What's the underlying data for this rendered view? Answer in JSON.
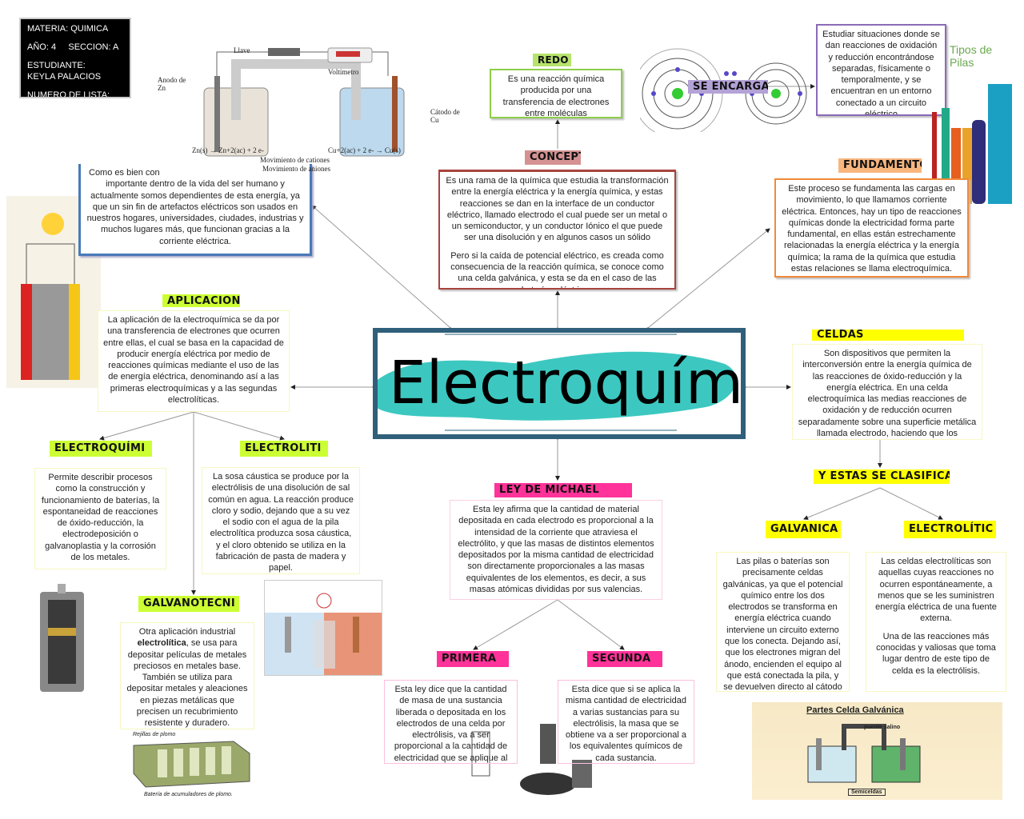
{
  "info": {
    "materia": "MATERIA: QUIMICA",
    "anio": "AÑO: 4",
    "seccion": "SECCION: A",
    "estudiante_label": "ESTUDIANTE:",
    "estudiante": "KEYLA PALACIOS",
    "numero": "NUMERO DE LISTA:"
  },
  "title": "Electroquím",
  "intro": {
    "text_start": "Como es bien con",
    "text": "importante dentro de la vida del ser humano y actualmente somos dependientes de esta energía, ya que un sin fin de artefactos eléctricos son usados en nuestros hogares, universidades, ciudades, industrias y muchos lugares más, que funcionan gracias a la corriente eléctrica."
  },
  "redo": {
    "label": "REDO",
    "text": "Es una reacción química producida por una transferencia de electrones entre moléculas"
  },
  "se_encarga": {
    "label": "SE ENCARGA",
    "text": "Estudiar situaciones donde se dan reacciones de oxidación y reducción encontrándose separadas, físicamente o temporalmente, y se encuentran en un entorno conectado a un circuito eléctrico"
  },
  "concept": {
    "label": "CONCEPT",
    "p1": "Es una rama de la química que estudia la transformación entre la energía eléctrica y la energía química,  y  estas reacciones se dan en la interface de un conductor eléctrico, llamado electrodo el cual puede ser un metal o un semiconductor, y un conductor Iónico el que puede ser una disolución y en algunos casos un sólido",
    "p2": "Pero si la caída de potencial eléctrico, es creada como consecuencia de la reacción química, se conoce como una celda galvánica, y esta se da en el caso de las baterías eléctricas"
  },
  "fundamento": {
    "label": "FUNDAMENTO",
    "text": "Este proceso se fundamenta  las cargas en movimiento, lo que llamamos corriente eléctrica. Entonces, hay un tipo de reacciones químicas donde la electricidad forma parte fundamental, en ellas están estrechamente relacionadas la energía eléctrica y la energía química; la rama de la química que estudia estas relaciones se llama electroquímica."
  },
  "aplicaciones": {
    "label": "APLICACIONE",
    "text": "La aplicación  de la electroquímica se da por una transferencia de electrones que ocurren entre ellas, el cual se basa en la capacidad de producir energía eléctrica por medio de reacciones químicas mediante el uso de las de energía eléctrica, denominando así a las primeras  electroquímicas y a las segundas electrolíticas."
  },
  "electroquimica": {
    "label": "ELECTROQUÍMI",
    "text": "Permite describir procesos como la construcción y funcionamiento de baterías, la espontaneidad de reacciones de óxido-reducción, la electrodeposición o galvanoplastia y la corrosión de los metales."
  },
  "electrolitica": {
    "label": "ELECTROLITI",
    "text": "La sosa cáustica se produce por la electrólisis de una disolución de sal común en agua. La reacción produce cloro y sodio, dejando que  a su vez el sodio con el agua de la pila electrolítica produzca sosa cáustica, y el cloro obtenido se utiliza en la fabricación de pasta de madera y papel."
  },
  "galvanotecnia": {
    "label": "GALVANOTECNI",
    "text_a": "Otra aplicación industrial ",
    "text_bold": "electrolítica",
    "text_b": ", se usa para depositar películas de metales preciosos en metales base. También se utiliza para depositar metales y aleaciones en piezas metálicas que precisen un recubrimiento resistente y duradero."
  },
  "celdas": {
    "label": "CELDAS",
    "text": "Son dispositivos que permiten la interconversión entre la energía química de las reacciones de óxido-reducción y la energía eléctrica. En una celda electroquímica las medias reacciones de oxidación y de reducción ocurren separadamente sobre una superficie metálica llamada electrodo, haciendo que los electrones transferidos"
  },
  "clasifican": {
    "label": "Y ESTAS SE CLASIFICAN"
  },
  "galvanica": {
    "label": "GALVANICA",
    "text": "Las pilas o baterías son precisamente celdas galvánicas, ya que el potencial químico entre los dos electrodos se transforma en energía eléctrica cuando interviene un circuito externo que los conecta. Dejando así, que los electrones migran del ánodo, encienden el equipo al que está conectada la pila, y se devuelven directo al cátodo"
  },
  "electrolitic": {
    "label": "ELECTROLÍTIC",
    "p1": "Las celdas electrolíticas son aquellas cuyas reacciones no ocurren espontáneamente, a menos que se les suministren energía eléctrica de una fuente externa.",
    "p2": "Una de las reacciones más conocidas y valiosas que toma lugar dentro de este tipo de celda es la electrólisis."
  },
  "ley": {
    "label": "LEY DE MICHAEL",
    "text": "Esta ley afirma que la cantidad de material depositada en cada electrodo es proporcional a la intensidad de la corriente que  atraviesa el electrólito, y que las masas de distintos elementos depositados por la misma cantidad de electricidad son directamente proporcionales a las masas equivalentes de los elementos, es decir, a sus masas atómicas divididas por sus valencias."
  },
  "primera": {
    "label": "PRIMERA",
    "text": "Esta ley dice que la cantidad de masa de una sustancia liberada o depositada en los electrodos de una celda por electrólisis, va a ser proporcional a la cantidad de electricidad que se aplique al sistema."
  },
  "segunda": {
    "label": "SEGUNDA",
    "text": "Esta dice que si se aplica la misma cantidad de electricidad a varias sustancias para su electrólisis, la masa que se obtiene va a ser proporcional a los equivalentes químicos de cada sustancia."
  },
  "images": {
    "daniell": {
      "llave": "Llave",
      "voltimetro": "Voltímetro",
      "anodo": "Anodo de Zn",
      "catodo": "Cátodo de Cu",
      "reaccion_zn": "Zn(s) → Zn+2(ac) + 2 e-",
      "reaccion_cu": "Cu+2(ac) + 2 e- → Cu(s)",
      "cationes": "Movimiento de cationes",
      "aniones": "Movimiento de aniones"
    },
    "pilas_title": "Tipos de Pilas",
    "partes_title": "Partes Celda Galvánica",
    "partes_puente": "puente salino",
    "partes_semiceldas": "Semiceldas",
    "lead_title": "Rejillas de plomo",
    "lead_caption": "Batería de acumuladores de plomo."
  },
  "colors": {
    "green_label": "#ccff33",
    "yellow_label": "#ffff00",
    "pink_label": "#ff3399",
    "concept_label": "#d49292",
    "fundamento_label": "#f9b67e",
    "purple": "#8a6bb8",
    "title_border": "#2f5f7a",
    "teal": "#3cc8c0"
  }
}
